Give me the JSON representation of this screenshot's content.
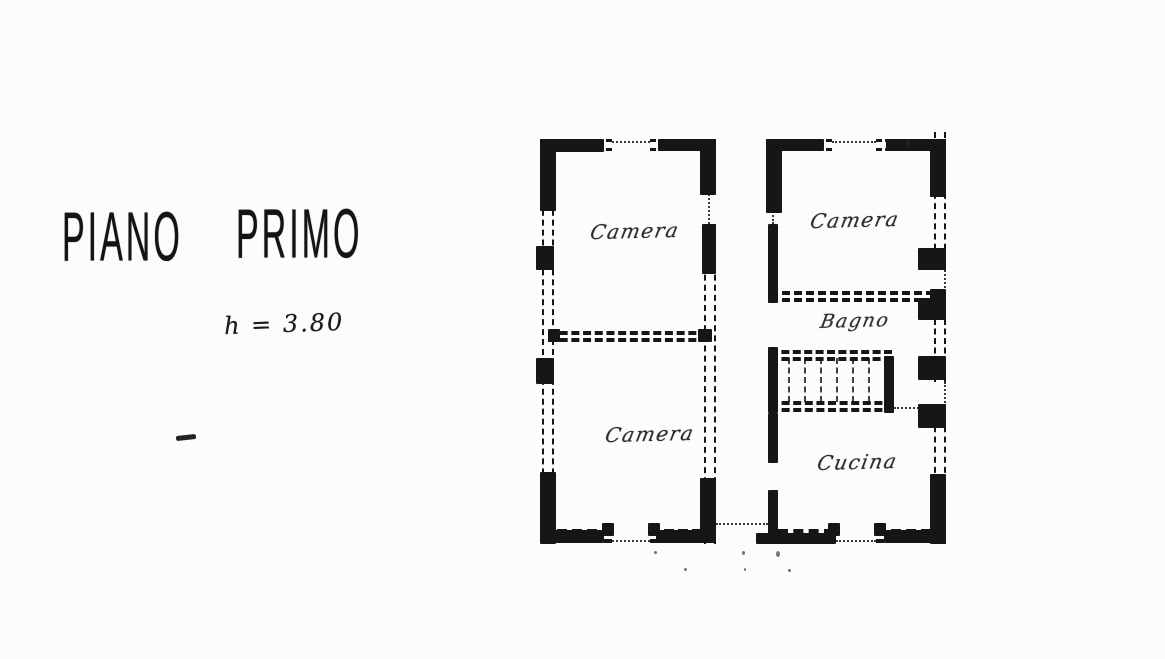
{
  "title": {
    "word1": "PIANO",
    "word2": "PRIMO"
  },
  "annotation": {
    "height_note": "h = 3.80"
  },
  "plan": {
    "ink_color": "#161616",
    "paper_color": "#fcfcfb",
    "rooms": [
      {
        "id": "camera-nw",
        "label": "Camera"
      },
      {
        "id": "camera-sw",
        "label": "Camera"
      },
      {
        "id": "camera-ne",
        "label": "Camera"
      },
      {
        "id": "bagno",
        "label": "Bagno"
      },
      {
        "id": "cucina",
        "label": "Cucina"
      }
    ]
  }
}
